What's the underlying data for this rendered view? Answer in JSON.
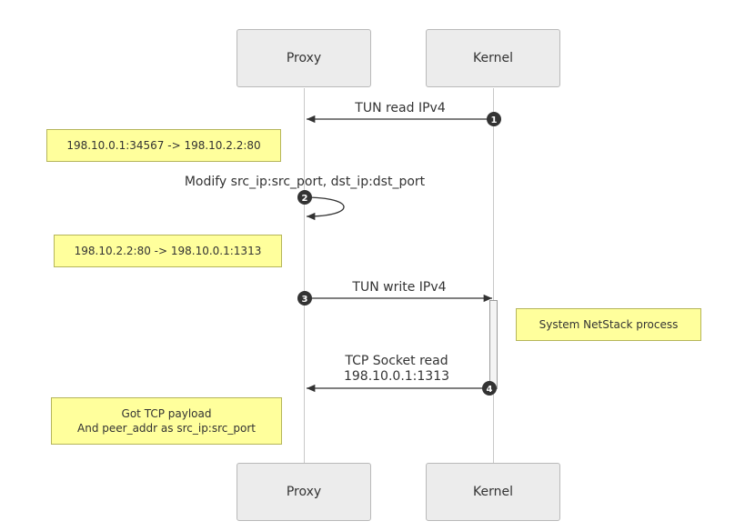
{
  "actors": {
    "proxy": "Proxy",
    "kernel": "Kernel"
  },
  "messages": [
    {
      "number": "1",
      "label": "TUN read IPv4"
    },
    {
      "number": "2",
      "label": "Modify src_ip:src_port, dst_ip:dst_port"
    },
    {
      "number": "3",
      "label": "TUN write IPv4"
    },
    {
      "number": "4",
      "line1": "TCP Socket read",
      "line2": "198.10.0.1:1313"
    }
  ],
  "notes": [
    {
      "text": "198.10.0.1:34567 -> 198.10.2.2:80"
    },
    {
      "text": "198.10.2.2:80 -> 198.10.0.1:1313"
    },
    {
      "text": "System NetStack process"
    },
    {
      "line1": "Got TCP payload",
      "line2": "And peer_addr as src_ip:src_port"
    }
  ],
  "colors": {
    "actor_fill": "#ececec",
    "note_fill": "#ffff9c",
    "arrow": "#333333",
    "lifeline": "#c8c8c8"
  }
}
